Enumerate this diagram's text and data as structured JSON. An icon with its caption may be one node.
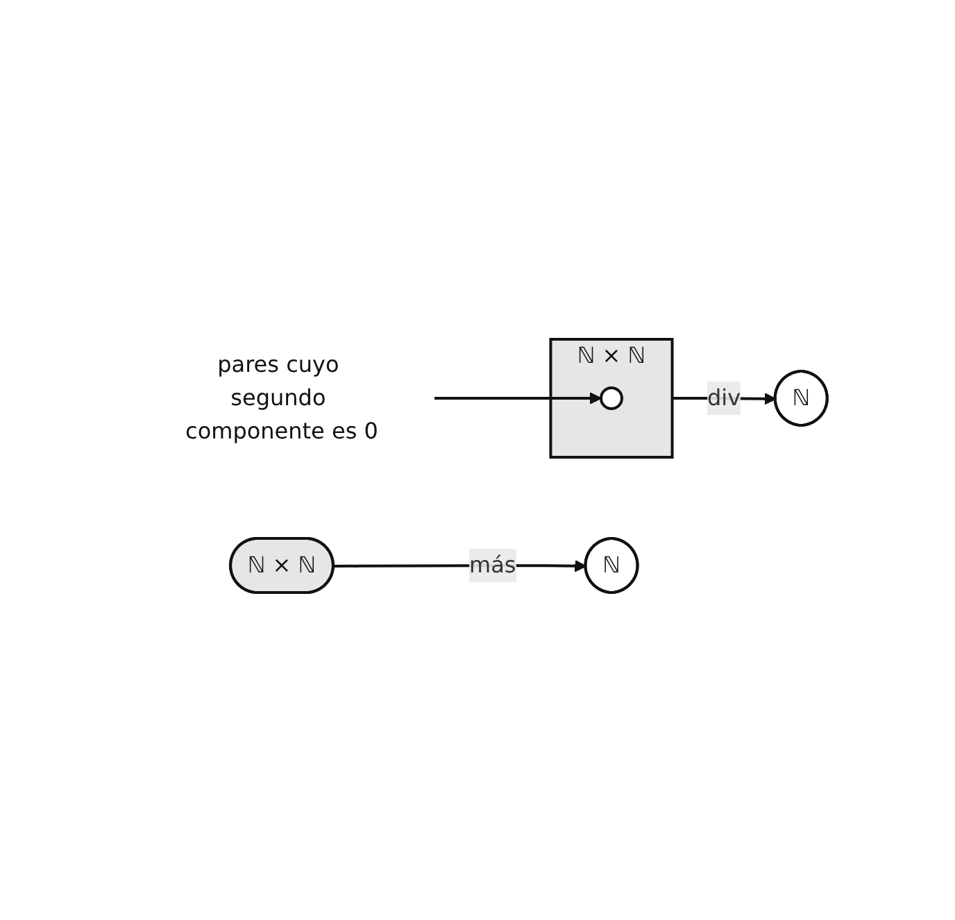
{
  "diagram": {
    "nodes": [
      {
        "text": [
          "ℕ × ℕ"
        ]
      },
      {
        "text": [
          "ℕ"
        ]
      },
      {
        "text": [
          "ℕ × ℕ"
        ]
      },
      {
        "text": [],
        "shape": "circle",
        "in": 2
      },
      {
        "text": [
          "ℕ"
        ]
      },
      {
        "text": [
          "pares cuyo segundo componente es 0"
        ]
      }
    ],
    "edges": [
      {
        "from": 0,
        "to": 1,
        "arrow": "to",
        "label": "más"
      },
      {
        "from": 2,
        "to": 4,
        "arrow": "to",
        "label": "div"
      },
      {
        "from": 5,
        "to": 3,
        "arrow": "to"
      }
    ]
  }
}
